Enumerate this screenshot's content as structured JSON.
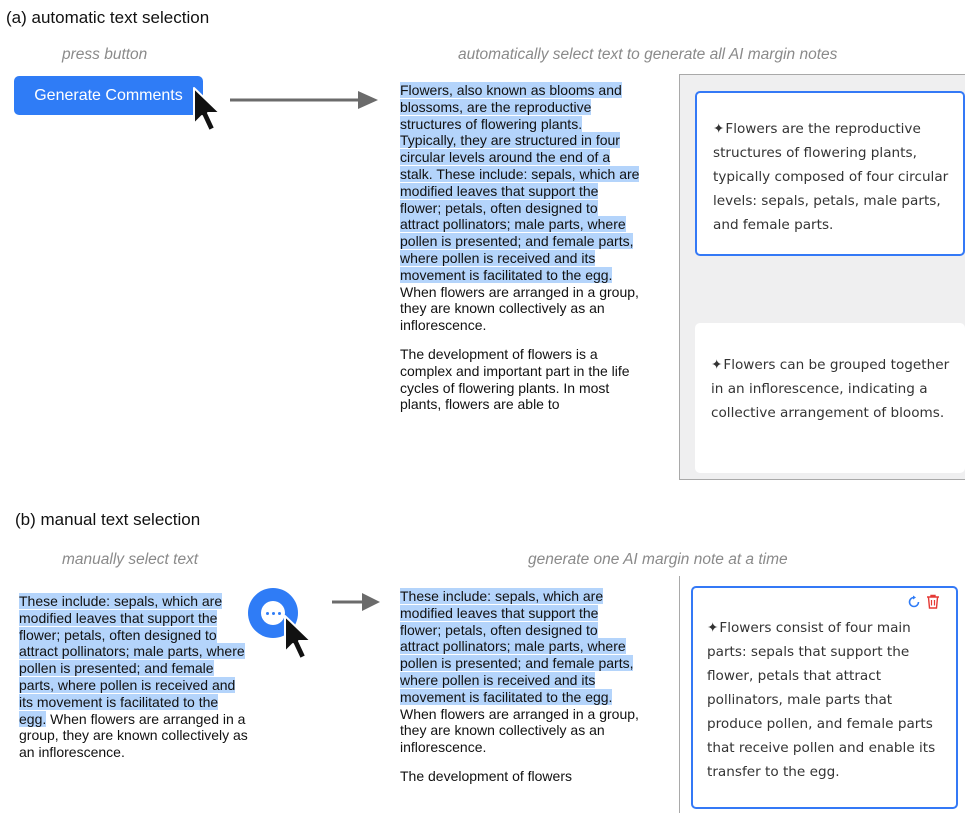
{
  "section_a": {
    "title": "(a) automatic text selection",
    "caption_left": "press button",
    "caption_right": "automatically select text to generate all AI margin notes",
    "button_label": "Generate Comments",
    "doc_para1_highlighted": "Flowers, also known as blooms and blossoms, are the reproductive structures of flowering plants. Typically, they are structured in four circular levels around the end of a stalk. These include: sepals, which are modified leaves that support the flower; petals, often designed to attract pollinators; male parts, where pollen is presented; and female parts, where pollen is received and its movement is facilitated to the egg.",
    "doc_para1_rest": " When flowers are arranged in a group, they are known collectively as an inflorescence.",
    "doc_para2": "The development of flowers is a complex and important part in the life cycles of flowering plants. In most plants, flowers are able to",
    "notes": [
      "Flowers are the reproductive structures of flowering plants, typically composed of four circular levels: sepals, petals, male parts, and female parts.",
      "Flowers can be grouped together in an inflorescence, indicating a collective arrangement of blooms."
    ]
  },
  "section_b": {
    "title": "(b) manual text selection",
    "caption_left": "manually select text",
    "caption_right": "generate one AI margin note at a time",
    "doc_highlighted": "These include: sepals, which are modified leaves that support the flower; petals, often designed to attract pollinators; male parts, where pollen is presented; and female parts, where pollen is received and its movement is facilitated to the egg.",
    "doc_rest": " When flowers are arranged in a group, they are known collectively as an inflorescence.",
    "doc_cut": "The development of flowers",
    "note": "Flowers consist of four main parts: sepals that support the flower, petals that attract pollinators, male parts that produce pollen, and female parts that receive pollen and enable its transfer to the egg."
  },
  "icons": {
    "sparkle": "✦",
    "arrow": "right-arrow-icon",
    "cursor": "mouse-pointer-icon",
    "comment": "chat-bubble-icon",
    "regenerate": "refresh-icon",
    "delete": "trash-icon"
  },
  "colors": {
    "accent": "#2f7cf6",
    "highlight": "#b4d4fb",
    "delete": "#e53935",
    "caption": "#8a8a8a"
  }
}
